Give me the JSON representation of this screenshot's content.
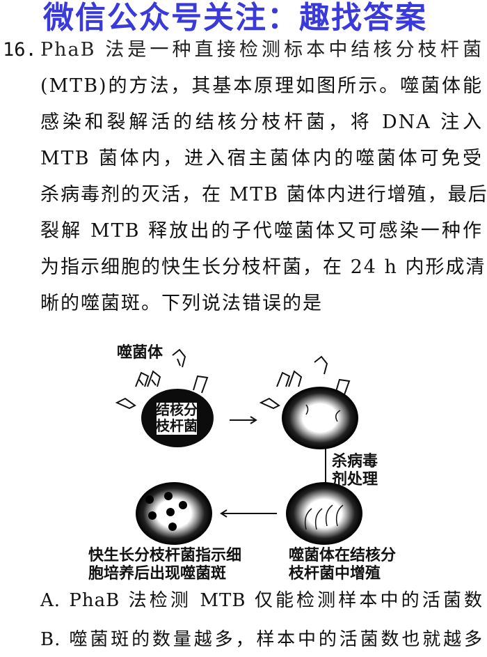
{
  "question": {
    "number": "16.",
    "lines": [
      "PhaB 法是一种直接检测标本中结核分枝杆菌",
      "(MTB)的方法，其基本原理如图所示。噬菌体能",
      "感染和裂解活的结核分枝杆菌，将 DNA 注入",
      "MTB 菌体内，进入宿主菌体内的噬菌体可免受",
      "杀病毒剂的灭活，在 MTB 菌体内进行增殖，最后",
      "裂解 MTB 释放出的子代噬菌体又可感染一种作",
      "为指示细胞的快生长分枝杆菌，在 24 h 内形成清",
      "晰的噬菌斑。下列说法错误的是"
    ]
  },
  "watermark": "微信公众号关注：趣找答案",
  "diagram": {
    "phage_label": "噬菌体",
    "cell_label_1": "结核分",
    "cell_label_2": "枝杆菌",
    "treatment_1": "杀病毒",
    "treatment_2": "剂处理",
    "caption_right_1": "噬菌体在结核分",
    "caption_right_2": "枝杆菌中增殖",
    "caption_left_1": "快生长分枝杆菌指示细",
    "caption_left_2": "胞培养后出现噬菌斑"
  },
  "options": [
    "A. PhaB 法检测 MTB 仅能检测样本中的活菌数",
    "B. 噬菌斑的数量越多，样本中的活菌数也就越多"
  ]
}
